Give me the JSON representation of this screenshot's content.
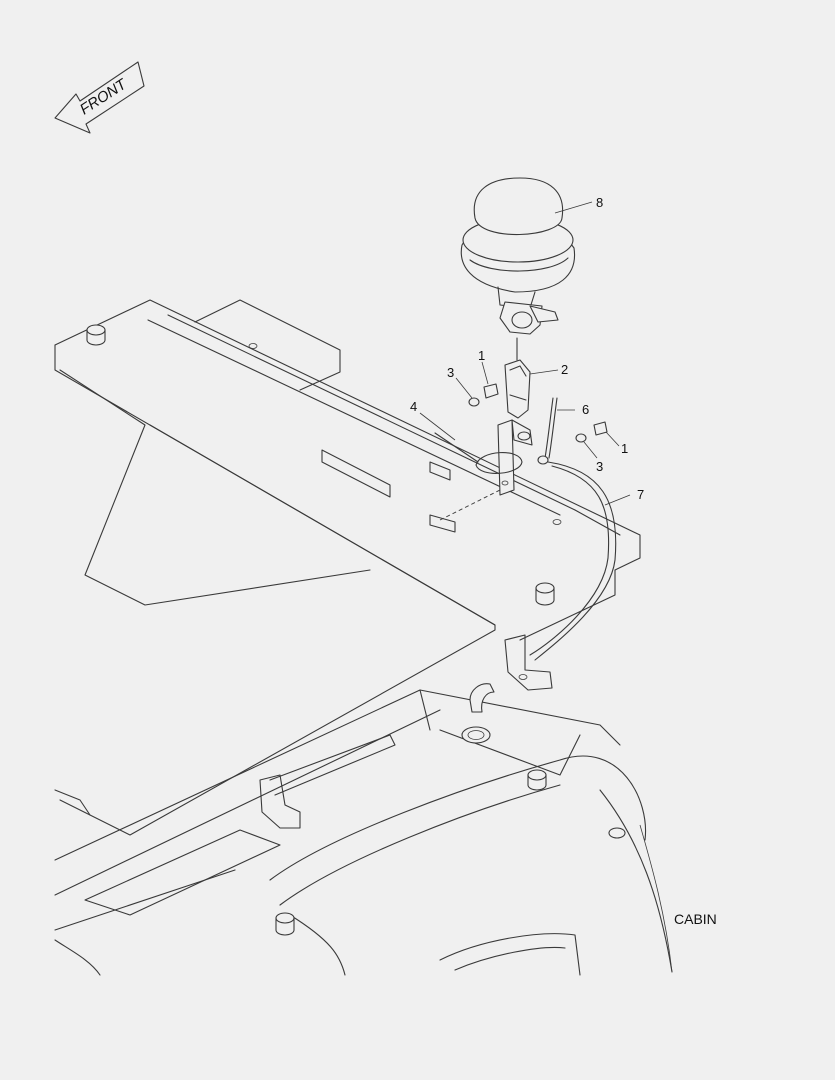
{
  "direction_arrow": {
    "label": "FRONT"
  },
  "assembly_label": "CABIN",
  "callouts": [
    {
      "id": "c1a",
      "number": "1"
    },
    {
      "id": "c1b",
      "number": "1"
    },
    {
      "id": "c2",
      "number": "2"
    },
    {
      "id": "c3a",
      "number": "3"
    },
    {
      "id": "c3b",
      "number": "3"
    },
    {
      "id": "c4",
      "number": "4"
    },
    {
      "id": "c6",
      "number": "6"
    },
    {
      "id": "c7",
      "number": "7"
    },
    {
      "id": "c8",
      "number": "8"
    }
  ]
}
